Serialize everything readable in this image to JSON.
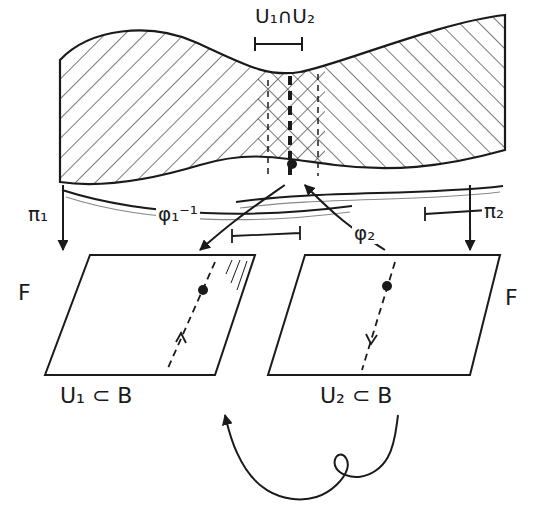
{
  "diagram": {
    "nodes": [
      {
        "text": [
          "U₁∩U₂"
        ]
      },
      {
        "text": [
          "F",
          "U₁ ⊂ B"
        ]
      },
      {
        "text": [
          "F",
          "U₂ ⊂ B"
        ]
      }
    ],
    "edges": [
      {
        "from": 0,
        "to": 1,
        "arrow": "to",
        "label": "π₁"
      },
      {
        "from": 0,
        "to": 2,
        "arrow": "to",
        "label": "π₂"
      },
      {
        "from": 0,
        "to": 1,
        "arrow": "to",
        "label": "φ₁⁻¹"
      },
      {
        "from": 2,
        "to": 0,
        "arrow": "to",
        "label": "φ₂"
      },
      {
        "from": 2,
        "to": 1,
        "arrow": "to"
      }
    ]
  }
}
